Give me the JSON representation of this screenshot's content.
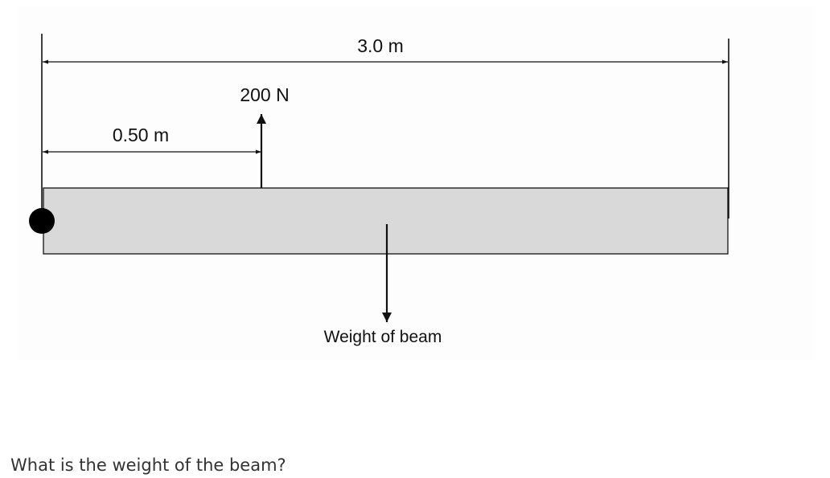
{
  "diagram": {
    "beam_length_label": "3.0 m",
    "force_distance_label": "0.50 m",
    "applied_force_label": "200 N",
    "beam_weight_label": "Weight of beam"
  },
  "question": {
    "text": "What is the weight of the beam?"
  },
  "colors": {
    "beam_fill": "#d9d9d9",
    "line": "#111111",
    "pivot": "#000000",
    "panel_background": "#fdfdfd"
  }
}
